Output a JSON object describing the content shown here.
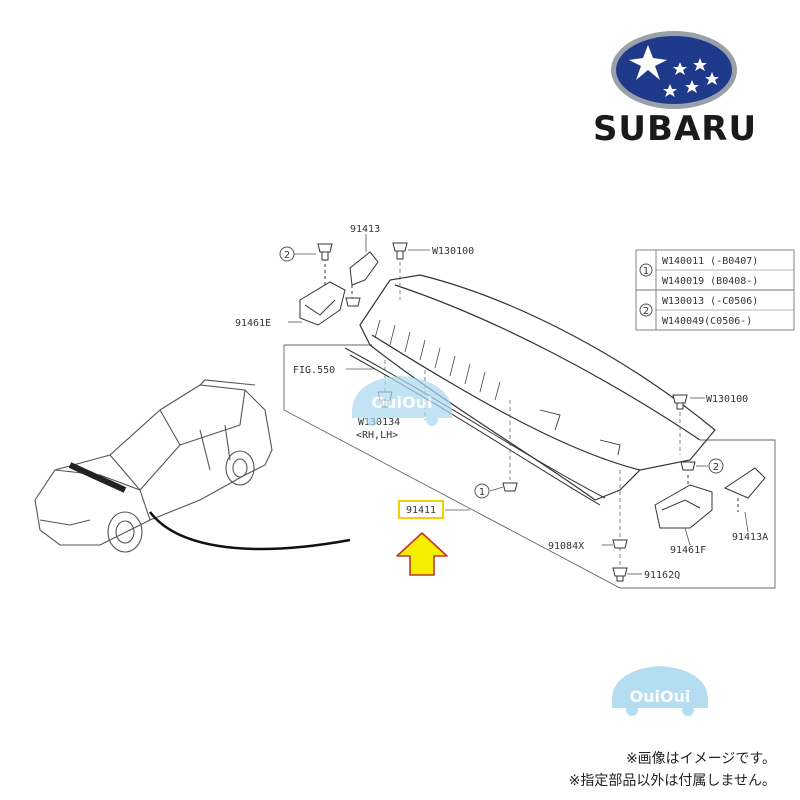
{
  "brand": {
    "name": "SUBARU",
    "logo_colors": {
      "oval": "#1f3a8a",
      "oval_edge": "#9aa0a8",
      "stars": "#ffffff"
    }
  },
  "diagram": {
    "parts": {
      "part_91413": "91413",
      "part_91461e": "91461E",
      "part_w130100_top": "W130100",
      "part_fig550": "FIG.550",
      "part_w130134": "W130134",
      "part_w130134_sub": "<RH,LH>",
      "part_91411": "91411",
      "part_w130100_right": "W130100",
      "part_91461f": "91461F",
      "part_91413a": "91413A",
      "part_91084x": "91084X",
      "part_91162q": "91162Q"
    },
    "callout_1": "①",
    "callout_2": "②",
    "highlight_color": "#f5d000",
    "arrow_color": "#f5ee00"
  },
  "legend": [
    {
      "marker": "①",
      "rows": [
        "W140011 (-B0407)",
        "W140019 (B0408-)"
      ]
    },
    {
      "marker": "②",
      "rows": [
        "W130013 (-C0506)",
        "W140049(C0506-)"
      ]
    }
  ],
  "watermark": {
    "text": "OuiOui",
    "color": "#a8d8ef"
  },
  "notes": {
    "line1": "※画像はイメージです。",
    "line2": "※指定部品以外は付属しません。"
  }
}
